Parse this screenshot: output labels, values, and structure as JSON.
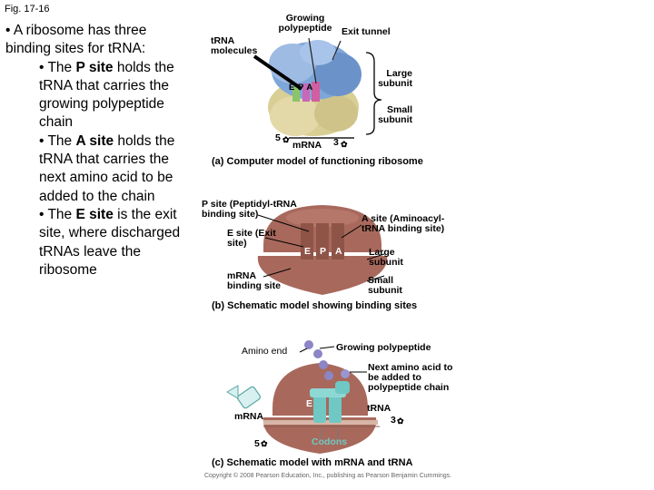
{
  "figure_label": "Fig. 17-16",
  "bullets": {
    "intro": "• A ribosome has three binding sites for tRNA:",
    "p_prefix": "• The ",
    "p_site": "P site",
    "p_rest": " holds the tRNA that carries the growing polypeptide chain",
    "a_prefix": "• The ",
    "a_site": "A site",
    "a_rest": " holds the tRNA that carries the next amino acid to be added to the chain",
    "e_prefix": "• The ",
    "e_site": "E site",
    "e_rest": " is the exit site, where discharged tRNAs leave the ribosome"
  },
  "panel_a": {
    "growing_polypeptide": "Growing polypeptide",
    "exit_tunnel": "Exit tunnel",
    "trna_molecules": "tRNA molecules",
    "large_subunit": "Large subunit",
    "small_subunit": "Small subunit",
    "site_letters": "E P A",
    "mrna": "mRNA",
    "five_prime": "5",
    "three_prime": "3",
    "caption": "(a) Computer model of functioning ribosome"
  },
  "panel_b": {
    "p_site": "P site (Peptidyl-tRNA binding site)",
    "a_site": "A site (Aminoacyl-tRNA binding site)",
    "e_site": "E site (Exit site)",
    "letter_e": "E",
    "letter_p": "P",
    "letter_a": "A",
    "large_subunit": "Large subunit",
    "mrna_binding_site": "mRNA binding site",
    "small_subunit": "Small subunit",
    "caption": "(b) Schematic model showing binding sites"
  },
  "panel_c": {
    "amino_end": "Amino end",
    "growing_polypeptide": "Growing polypeptide",
    "next_amino_acid": "Next amino acid to be added to polypeptide chain",
    "letter_e": "E",
    "trna": "tRNA",
    "mrna": "mRNA",
    "three_prime": "3",
    "five_prime": "5",
    "codons": "Codons",
    "caption": "(c) Schematic model with mRNA and tRNA"
  },
  "copyright": "Copyright © 2008 Pearson Education, Inc., publishing as Pearson Benjamin Cummings.",
  "colors": {
    "ribosome_brown": "#a8695c",
    "ribosome_light": "#c48a7c",
    "trna_teal": "#6fc8c4",
    "large_blue": "#7fa6d8",
    "small_tan": "#d9cf95",
    "peptide_purple": "#8c86c6"
  }
}
